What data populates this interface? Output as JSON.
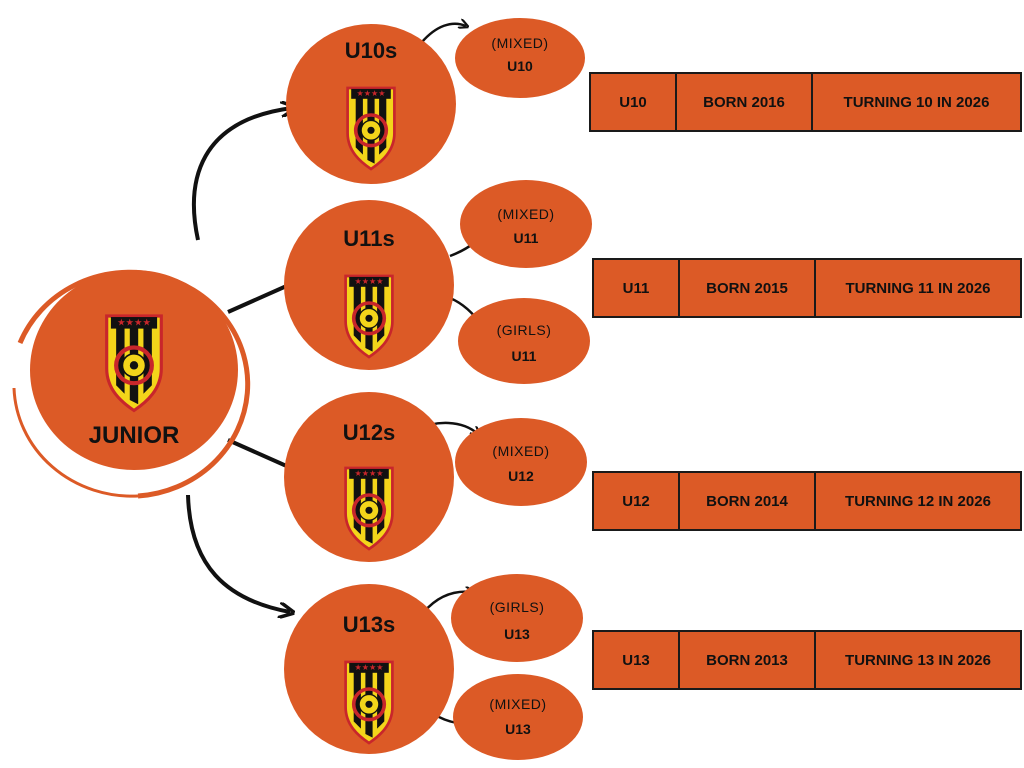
{
  "colors": {
    "orange": "#dc5a26",
    "black": "#111111",
    "yellow": "#f3d51a",
    "red": "#c8262b"
  },
  "junior": {
    "label": "JUNIOR"
  },
  "groups": [
    {
      "title": "U10s",
      "subs": [
        {
          "kind": "(MIXED)",
          "age": "U10"
        }
      ],
      "row": {
        "age": "U10",
        "born": "BORN 2016",
        "turning": "TURNING 10 IN 2026"
      }
    },
    {
      "title": "U11s",
      "subs": [
        {
          "kind": "(MIXED)",
          "age": "U11"
        },
        {
          "kind": "(GIRLS)",
          "age": "U11"
        }
      ],
      "row": {
        "age": "U11",
        "born": "BORN 2015",
        "turning": "TURNING 11 IN 2026"
      }
    },
    {
      "title": "U12s",
      "subs": [
        {
          "kind": "(MIXED)",
          "age": "U12"
        }
      ],
      "row": {
        "age": "U12",
        "born": "BORN 2014",
        "turning": "TURNING 12 IN 2026"
      }
    },
    {
      "title": "U13s",
      "subs": [
        {
          "kind": "(GIRLS)",
          "age": "U13"
        },
        {
          "kind": "(MIXED)",
          "age": "U13"
        }
      ],
      "row": {
        "age": "U13",
        "born": "BORN 2013",
        "turning": "TURNING 13 IN 2026"
      }
    }
  ]
}
